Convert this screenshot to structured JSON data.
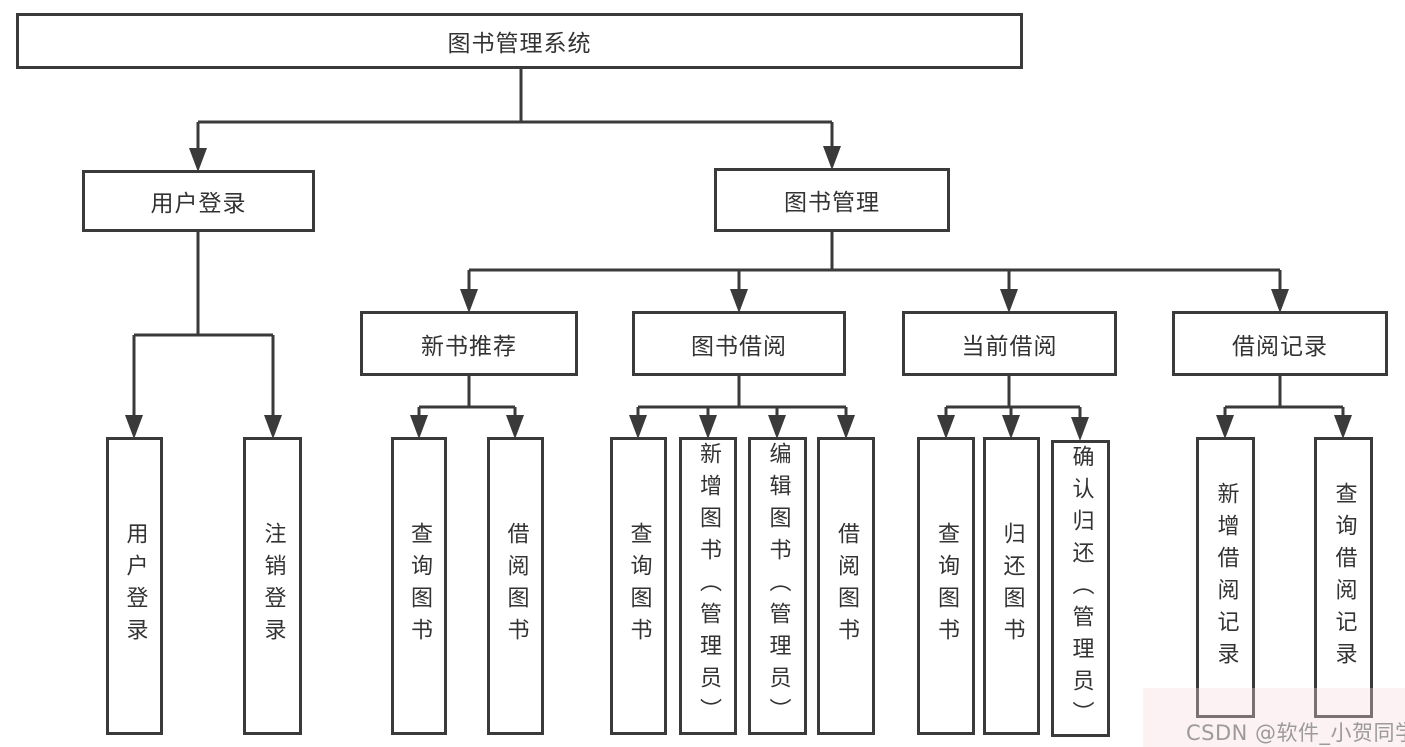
{
  "diagram": {
    "root": {
      "label": "图书管理系统"
    },
    "level2": [
      {
        "label": "用户登录"
      },
      {
        "label": "图书管理"
      }
    ],
    "level3": [
      {
        "label": "新书推荐"
      },
      {
        "label": "图书借阅"
      },
      {
        "label": "当前借阅"
      },
      {
        "label": "借阅记录"
      }
    ],
    "leaves": [
      {
        "label": "用户登录"
      },
      {
        "label": "注销登录"
      },
      {
        "label": "查询图书"
      },
      {
        "label": "借阅图书"
      },
      {
        "label": "查询图书"
      },
      {
        "label": "新增图书（管理员）"
      },
      {
        "label": "编辑图书（管理员）"
      },
      {
        "label": "借阅图书"
      },
      {
        "label": "查询图书"
      },
      {
        "label": "归还图书"
      },
      {
        "label": "确认归还（管理员）"
      },
      {
        "label": "新增借阅记录"
      },
      {
        "label": "查询借阅记录"
      }
    ]
  },
  "watermark": {
    "text": "CSDN @软件_小贺同学"
  },
  "colors": {
    "line": "#3a3a3a",
    "box_border": "#3a3a3a",
    "text": "#333333",
    "background": "#ffffff",
    "watermark": "#9b9b9b"
  }
}
